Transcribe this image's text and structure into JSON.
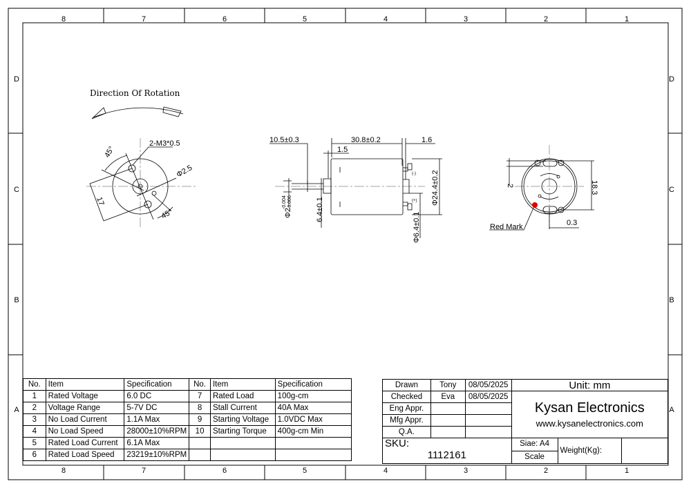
{
  "frame": {
    "columns": [
      "8",
      "7",
      "6",
      "5",
      "4",
      "3",
      "2",
      "1"
    ],
    "rows": [
      "D",
      "C",
      "B",
      "A"
    ]
  },
  "views": {
    "rotation_label": "Direction Of Rotation",
    "front": {
      "holes": "2-M3*0.5",
      "dia": "Φ2.5",
      "angle1": "45°",
      "angle2": "45°",
      "spacing": "17"
    },
    "side": {
      "shaft_len": "10.5±0.3",
      "body_len": "30.8±0.2",
      "end_len": "1.6",
      "boss_len": "1.5",
      "shaft_dia": "Φ2",
      "shaft_tol_upper": "-0.004",
      "shaft_tol_lower": "-0.006",
      "boss_dia": "6.4±0.1",
      "body_dia": "Φ24.4±0.2",
      "rear_boss_dia": "Φ6.4±0.1",
      "term_neg": "(-)",
      "term_pos": "(+)"
    },
    "rear": {
      "offset": "2",
      "terminal_span": "18.3",
      "gap": "0.3",
      "red_mark": "Red Mark",
      "red_mark_color": "#e00000"
    }
  },
  "spec_table": {
    "headers": [
      "No.",
      "Item",
      "Specification",
      "No.",
      "Item",
      "Specification"
    ],
    "rows": [
      [
        "1",
        "Rated Voltage",
        "6.0 DC",
        "7",
        "Rated Load",
        "100g-cm"
      ],
      [
        "2",
        "Voltage Range",
        "5-7V DC",
        "8",
        "Stall Current",
        "40A Max"
      ],
      [
        "3",
        "No Load Current",
        "1.1A Max",
        "9",
        "Starting Voltage",
        "1.0VDC Max"
      ],
      [
        "4",
        "No Load Speed",
        "28000±10%RPM",
        "10",
        "Starting Torque",
        "400g-cm Min"
      ],
      [
        "5",
        "Rated Load Current",
        "6.1A Max",
        "",
        "",
        ""
      ],
      [
        "6",
        "Rated Load Speed",
        "23219±10%RPM",
        "",
        "",
        ""
      ]
    ]
  },
  "title_block": {
    "drawn_label": "Drawn",
    "drawn_by": "Tony",
    "drawn_date": "08/05/2025",
    "checked_label": "Checked",
    "checked_by": "Eva",
    "checked_date": "08/05/2025",
    "eng_label": "Eng Appr.",
    "mfg_label": "Mfg Appr.",
    "qa_label": "Q.A.",
    "unit": "Unit: mm",
    "company": "Kysan Electronics",
    "website": "www.kysanelectronics.com",
    "sku_label": "SKU:",
    "sku": "1112161",
    "size": "Siae: A4",
    "scale_label": "Scale",
    "weight_label": "Weight(Kg):"
  }
}
